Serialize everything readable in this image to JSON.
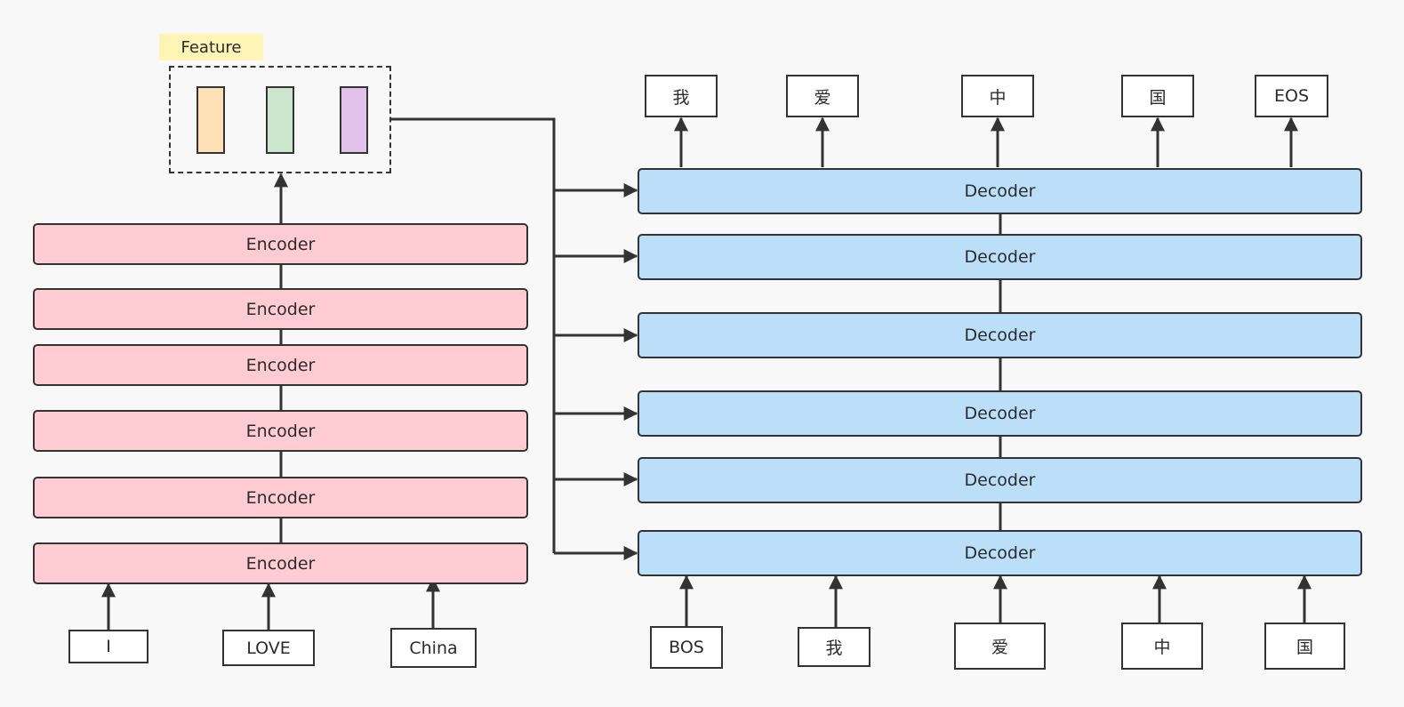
{
  "feature": {
    "label": "Feature"
  },
  "encoders": [
    "Encoder",
    "Encoder",
    "Encoder",
    "Encoder",
    "Encoder",
    "Encoder"
  ],
  "decoders": [
    "Decoder",
    "Decoder",
    "Decoder",
    "Decoder",
    "Decoder",
    "Decoder"
  ],
  "encoder_inputs": [
    "I",
    "LOVE",
    "China"
  ],
  "decoder_inputs": [
    "BOS",
    "我",
    "爱",
    "中",
    "国"
  ],
  "decoder_outputs": [
    "我",
    "爱",
    "中",
    "国",
    "EOS"
  ],
  "colors": {
    "encoder": "#ffccd3",
    "decoder": "#bbdff9",
    "feature_label": "#fdf4b6",
    "feature_vectors": [
      "#fde0b3",
      "#cbe6cc",
      "#e2c2ea"
    ],
    "line": "#333333"
  }
}
